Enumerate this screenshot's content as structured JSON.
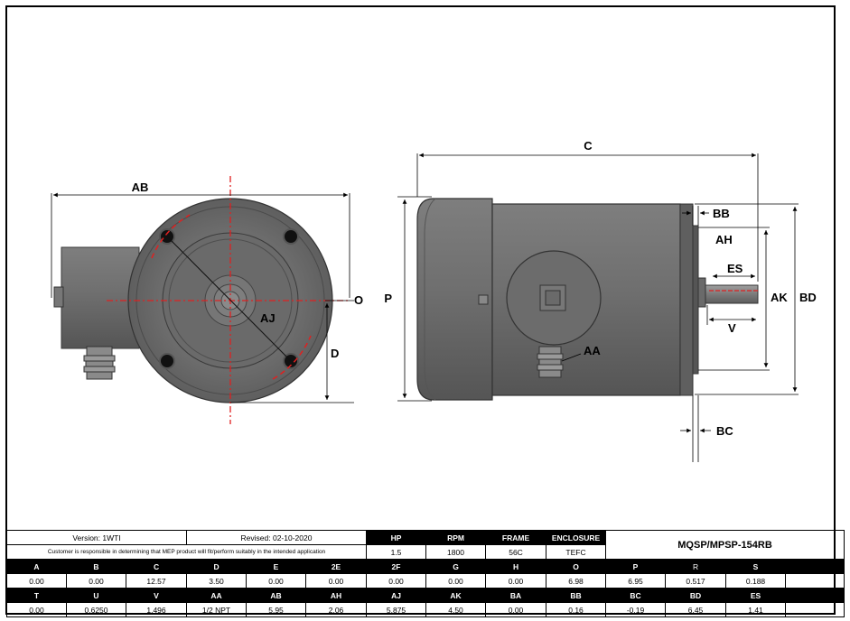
{
  "dimension_labels": {
    "AB": "AB",
    "O": "O",
    "AJ": "AJ",
    "D": "D",
    "C": "C",
    "P": "P",
    "BB": "BB",
    "AH": "AH",
    "ES": "ES",
    "AK": "AK",
    "BD": "BD",
    "V": "V",
    "AA": "AA",
    "BC": "BC"
  },
  "title_block": {
    "version": "Version: 1WTI",
    "revised": "Revised: 02-10-2020",
    "disclaimer": "Customer is responsible in determining that MEP product will fit/perform suitably in the intended application",
    "model": "MQSP/MPSP-154RB",
    "rating_headers": [
      "HP",
      "RPM",
      "FRAME",
      "ENCLOSURE"
    ],
    "rating_values": [
      "1.5",
      "1800",
      "56C",
      "TEFC"
    ]
  },
  "dims_row1": {
    "headers": [
      "A",
      "B",
      "C",
      "D",
      "E",
      "2E",
      "2F",
      "G",
      "H",
      "O",
      "P",
      "R",
      "S"
    ],
    "values": [
      "0.00",
      "0.00",
      "12.57",
      "3.50",
      "0.00",
      "0.00",
      "0.00",
      "0.00",
      "0.00",
      "6.98",
      "6.95",
      "0.517",
      "0.188"
    ]
  },
  "dims_row2": {
    "headers": [
      "T",
      "U",
      "V",
      "AA",
      "AB",
      "AH",
      "AJ",
      "AK",
      "BA",
      "BB",
      "BC",
      "BD",
      "ES"
    ],
    "values": [
      "0.00",
      "0.6250",
      "1.496",
      "1/2 NPT",
      "5.95",
      "2.06",
      "5.875",
      "4.50",
      "0.00",
      "0.16",
      "-0.19",
      "6.45",
      "1.41"
    ]
  },
  "colors": {
    "motor_body": "#6b6b6b",
    "motor_dark": "#4a4a4a",
    "centerline": "#e02020",
    "table_header_bg": "#000000"
  }
}
